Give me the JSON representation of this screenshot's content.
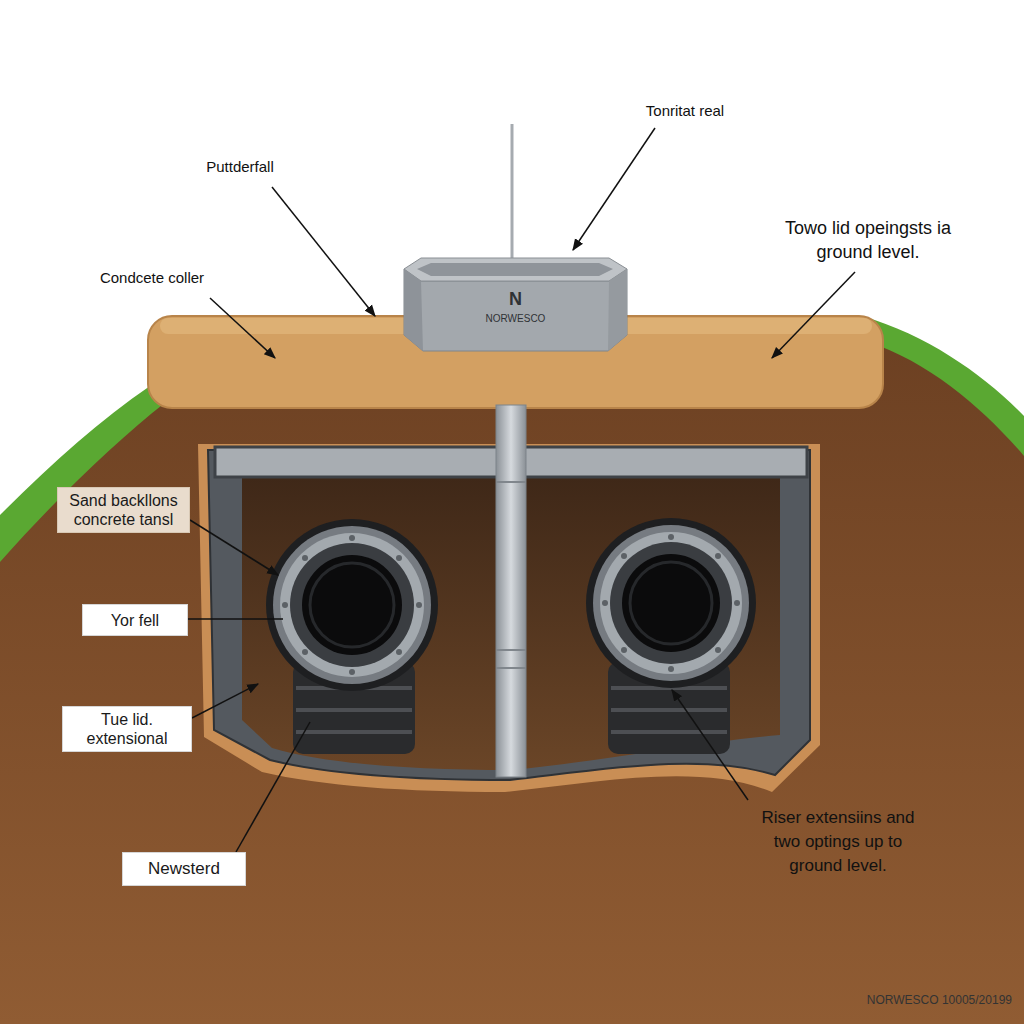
{
  "diagram": {
    "nodes": [
      {
        "text": [
          "N",
          "NORWESCO"
        ]
      },
      {
        "text": [
          "Sand backllons concrete tansl"
        ]
      },
      {
        "text": [
          "Yor fell"
        ]
      },
      {
        "text": [
          "Tue lid. extensional"
        ]
      },
      {
        "text": [
          "Newsterd"
        ]
      }
    ],
    "labels": [
      "Puttderfall",
      "Tonritat real",
      "Condcete coller",
      "Towo lid opeingsts ia ground level.",
      "Riser extensiins and two optings up to ground level.",
      "NORWESCO 10005/20199"
    ]
  }
}
